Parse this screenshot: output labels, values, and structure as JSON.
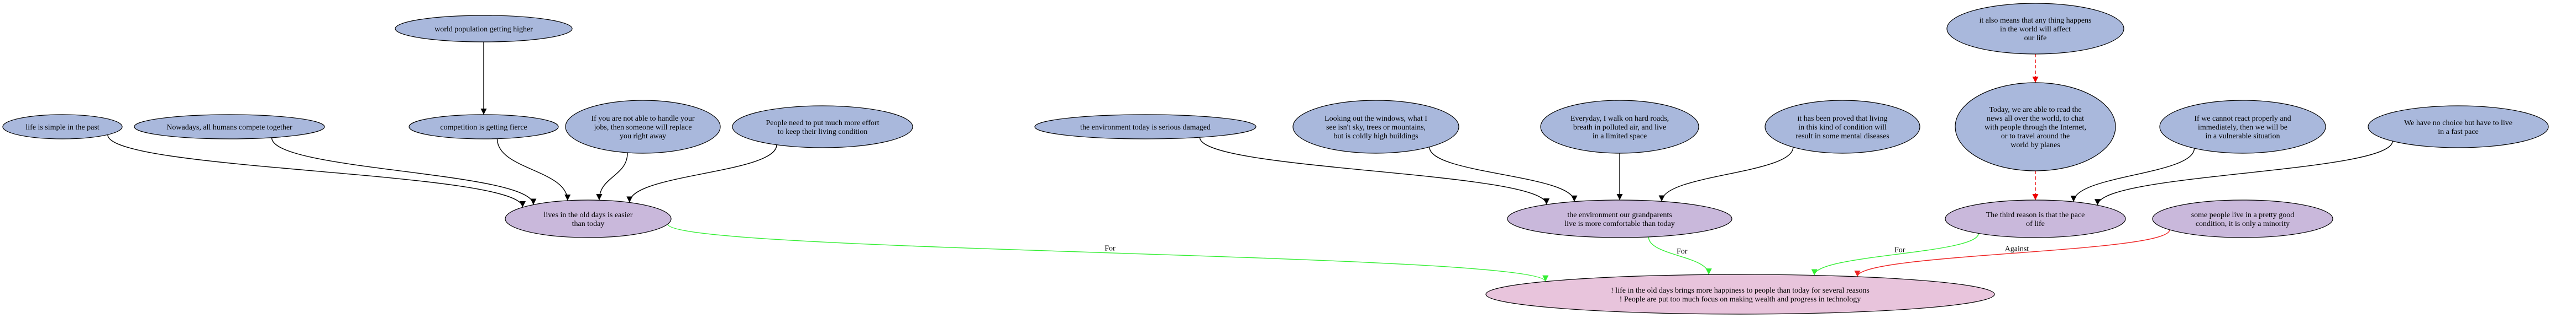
{
  "colors": {
    "premise_fill": "#a9b8dc",
    "claim_fill": "#c9b8db",
    "major_fill": "#e8c4dc",
    "support_edge": "#000000",
    "for_edge": "#33ee33",
    "against_edge": "#ee2222",
    "highlight_edge": "#ee0000"
  },
  "nodes": [
    {
      "id": "world_pop",
      "kind": "premise",
      "lines": [
        "world population getting higher"
      ]
    },
    {
      "id": "simple_past",
      "kind": "premise",
      "lines": [
        "life is simple in the past"
      ]
    },
    {
      "id": "compete",
      "kind": "premise",
      "lines": [
        "Nowadays, all humans compete together"
      ]
    },
    {
      "id": "fierce",
      "kind": "premise",
      "lines": [
        "competition is getting fierce"
      ]
    },
    {
      "id": "replace",
      "kind": "premise",
      "lines": [
        "If you are not able to handle your",
        "jobs, then someone will replace",
        "you right away"
      ]
    },
    {
      "id": "effort",
      "kind": "premise",
      "lines": [
        "People need to put much more effort",
        "to keep their living condition"
      ]
    },
    {
      "id": "env_damaged",
      "kind": "premise",
      "lines": [
        "the environment today is serious damaged"
      ]
    },
    {
      "id": "windows",
      "kind": "premise",
      "lines": [
        "Looking out the windows, what I",
        "see isn't sky, trees or mountains,",
        "but is coldly high buildings"
      ]
    },
    {
      "id": "walk",
      "kind": "premise",
      "lines": [
        "Everyday, I walk on hard roads,",
        "breath in polluted air, and live",
        "in a limited space"
      ]
    },
    {
      "id": "proved",
      "kind": "premise",
      "lines": [
        "it has been proved that living",
        "in this kind of condition will",
        "result in some mental diseases"
      ]
    },
    {
      "id": "affect",
      "kind": "premise",
      "lines": [
        "it also means that any thing happens",
        "in the world will affect",
        "our life"
      ]
    },
    {
      "id": "news",
      "kind": "premise",
      "lines": [
        "Today, we are able to read the",
        "news all over the world, to chat",
        "with people through the Internet,",
        "or to travel around the",
        "world by planes"
      ]
    },
    {
      "id": "react",
      "kind": "premise",
      "lines": [
        "If we cannot react properly and",
        "immediately, then we will be",
        "in a vulnerable situation"
      ]
    },
    {
      "id": "no_choice",
      "kind": "premise",
      "lines": [
        "We have no choice but have to live",
        "in a fast pace"
      ]
    },
    {
      "id": "old_easier",
      "kind": "claim",
      "lines": [
        "lives in the old days is easier",
        "than today"
      ]
    },
    {
      "id": "grandparents",
      "kind": "claim",
      "lines": [
        "the environment our grandparents",
        "live is more comfortable than today"
      ]
    },
    {
      "id": "third_reason",
      "kind": "claim",
      "lines": [
        "The third reason is that the pace",
        "of life"
      ]
    },
    {
      "id": "minority",
      "kind": "claim",
      "lines": [
        "some people live in a pretty good",
        "condition, it is only a minority"
      ]
    },
    {
      "id": "major",
      "kind": "major",
      "lines": [
        "! life in the old days brings more happiness to people than today for several reasons",
        "! People are put too much focus on making wealth and progress in technology"
      ]
    }
  ],
  "edges": [
    {
      "from": "world_pop",
      "to": "fierce",
      "type": "support",
      "label": ""
    },
    {
      "from": "simple_past",
      "to": "old_easier",
      "type": "support",
      "label": ""
    },
    {
      "from": "compete",
      "to": "old_easier",
      "type": "support",
      "label": ""
    },
    {
      "from": "fierce",
      "to": "old_easier",
      "type": "support",
      "label": ""
    },
    {
      "from": "replace",
      "to": "old_easier",
      "type": "support",
      "label": ""
    },
    {
      "from": "effort",
      "to": "old_easier",
      "type": "support",
      "label": ""
    },
    {
      "from": "env_damaged",
      "to": "grandparents",
      "type": "support",
      "label": ""
    },
    {
      "from": "windows",
      "to": "grandparents",
      "type": "support",
      "label": ""
    },
    {
      "from": "walk",
      "to": "grandparents",
      "type": "support",
      "label": ""
    },
    {
      "from": "proved",
      "to": "grandparents",
      "type": "support",
      "label": ""
    },
    {
      "from": "affect",
      "to": "news",
      "type": "highlight",
      "label": ""
    },
    {
      "from": "news",
      "to": "third_reason",
      "type": "highlight",
      "label": ""
    },
    {
      "from": "react",
      "to": "third_reason",
      "type": "support",
      "label": ""
    },
    {
      "from": "no_choice",
      "to": "third_reason",
      "type": "support",
      "label": ""
    },
    {
      "from": "old_easier",
      "to": "major",
      "type": "for",
      "label": "For"
    },
    {
      "from": "grandparents",
      "to": "major",
      "type": "for",
      "label": "For"
    },
    {
      "from": "third_reason",
      "to": "major",
      "type": "for",
      "label": "For"
    },
    {
      "from": "minority",
      "to": "major",
      "type": "against",
      "label": "Against"
    }
  ]
}
